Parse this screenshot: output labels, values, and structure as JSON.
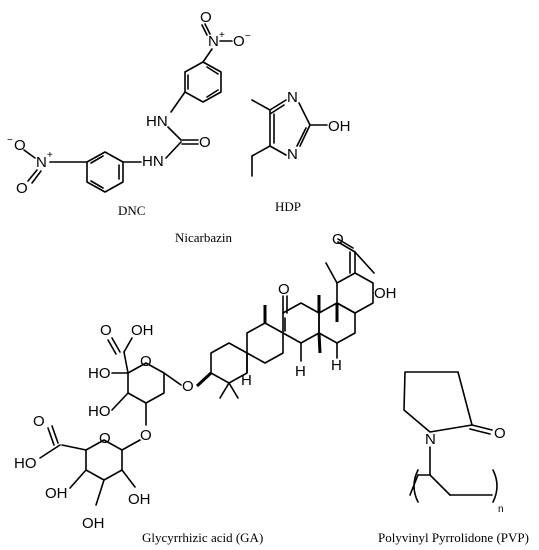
{
  "structures": {
    "dnc": {
      "caption": "DNC",
      "atoms": {
        "o_top": "O",
        "n_top": "N",
        "plus_top": "+",
        "o_top_minus": "O",
        "minus_top": "−",
        "hn_upper": "HN",
        "o_carbonyl": "O",
        "hn_lower": "HN",
        "o_left_minus": "O",
        "minus_left": "−",
        "n_left": "N",
        "plus_left": "+",
        "o_left": "O"
      }
    },
    "hdp": {
      "caption": "HDP",
      "atoms": {
        "n1": "N",
        "n2": "N",
        "oh": "OH"
      }
    },
    "nicarbazin": {
      "caption": "Nicarbazin"
    },
    "ga": {
      "caption": "Glycyrrhizic acid (GA)",
      "atoms": {
        "cooh_top": "OH",
        "o_top": "O",
        "ketone": "O",
        "h1": "H",
        "h2": "H",
        "h3": "H",
        "glu1_o_acid": "O",
        "glu1_oh_acid": "OH",
        "glu1_ring_o": "O",
        "glu1_ho1": "HO",
        "glu1_ho2": "HO",
        "link_o1": "O",
        "link_o2": "O",
        "glu2_o_acid": "O",
        "glu2_ho_acid": "HO",
        "glu2_ring_o": "O",
        "glu2_oh1": "OH",
        "glu2_oh2": "OH",
        "glu2_oh3": "OH"
      }
    },
    "pvp": {
      "caption": "Polyvinyl Pyrrolidone (PVP)",
      "atoms": {
        "n": "N",
        "o": "O",
        "subscript": "n"
      }
    }
  }
}
